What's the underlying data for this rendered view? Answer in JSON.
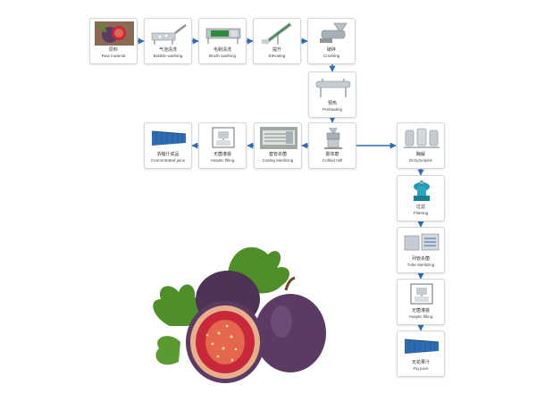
{
  "diagram": {
    "nodes": [
      {
        "id": "raw",
        "zh": "原料",
        "en": "Raw material",
        "icon": "fig-photo-icon"
      },
      {
        "id": "bubble",
        "zh": "气泡清洗",
        "en": "Bubble washing",
        "icon": "bubble-washer-icon"
      },
      {
        "id": "brush",
        "zh": "毛刷清洗",
        "en": "Brush washing",
        "icon": "brush-washer-icon"
      },
      {
        "id": "elevate",
        "zh": "提升",
        "en": "Elevating",
        "icon": "elevator-conveyor-icon"
      },
      {
        "id": "crush",
        "zh": "破碎",
        "en": "Crushing",
        "icon": "crusher-icon"
      },
      {
        "id": "preheat",
        "zh": "预热",
        "en": "Preheating",
        "icon": "tube-preheater-icon"
      },
      {
        "id": "colloid",
        "zh": "胶体磨",
        "en": "Colloid mill",
        "icon": "colloid-mill-icon"
      },
      {
        "id": "casing",
        "zh": "套管杀菌",
        "en": "Casing sterilizing",
        "icon": "casing-sterilizer-icon"
      },
      {
        "id": "aseptic1",
        "zh": "无菌灌装",
        "en": "Aseptic filling",
        "icon": "aseptic-filler-icon"
      },
      {
        "id": "concjuice",
        "zh": "浓缩汁成品",
        "en": "Concentrated juice",
        "icon": "juice-containers-icon"
      },
      {
        "id": "enzy",
        "zh": "酶解",
        "en": "Enzymolysis",
        "icon": "enzyme-tanks-icon"
      },
      {
        "id": "filter",
        "zh": "过滤",
        "en": "Filtering",
        "icon": "separator-icon"
      },
      {
        "id": "tube",
        "zh": "列管杀菌",
        "en": "Tube sterilizing",
        "icon": "tube-sterilizer-icon"
      },
      {
        "id": "aseptic2",
        "zh": "无菌灌装",
        "en": "Aseptic filling",
        "icon": "aseptic-filler-icon"
      },
      {
        "id": "figjuice",
        "zh": "无花果汁",
        "en": "Fig juice",
        "icon": "juice-containers-icon"
      }
    ],
    "colors": {
      "arrow": "#2f6db3",
      "node_border": "#cfd6dc",
      "fig_purple": "#5b3a63",
      "fig_red": "#c8283a",
      "leaf_green": "#4f8f2a"
    },
    "illustration": "figs-with-leaves"
  }
}
